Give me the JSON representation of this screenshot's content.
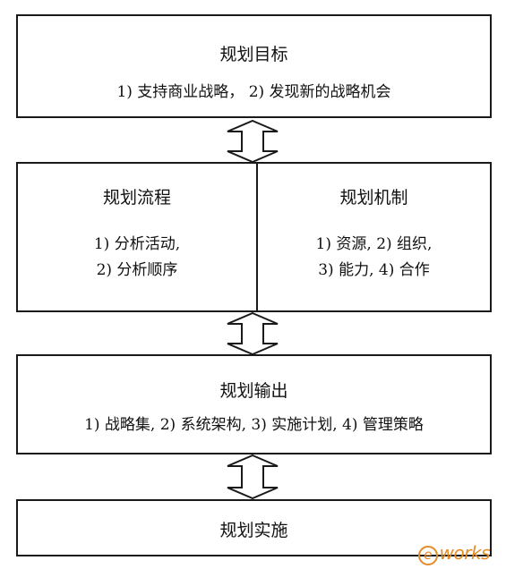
{
  "goal": {
    "title": "规划目标",
    "detail": "1) 支持商业战略， 2) 发现新的战略机会"
  },
  "process": {
    "title": "规划流程",
    "line1": "1) 分析活动,",
    "line2": "2) 分析顺序"
  },
  "mechanism": {
    "title": "规划机制",
    "line1": "1) 资源, 2) 组织,",
    "line2": "3) 能力, 4) 合作"
  },
  "output": {
    "title": "规划输出",
    "detail": "1) 战略集, 2) 系统架构, 3) 实施计划, 4) 管理策略"
  },
  "implementation": {
    "title": "规划实施"
  },
  "watermark": {
    "text": "works"
  },
  "colors": {
    "border": "#1a1a1a",
    "watermark": "#e58b26"
  },
  "icons": [
    "double-arrow-icon"
  ]
}
